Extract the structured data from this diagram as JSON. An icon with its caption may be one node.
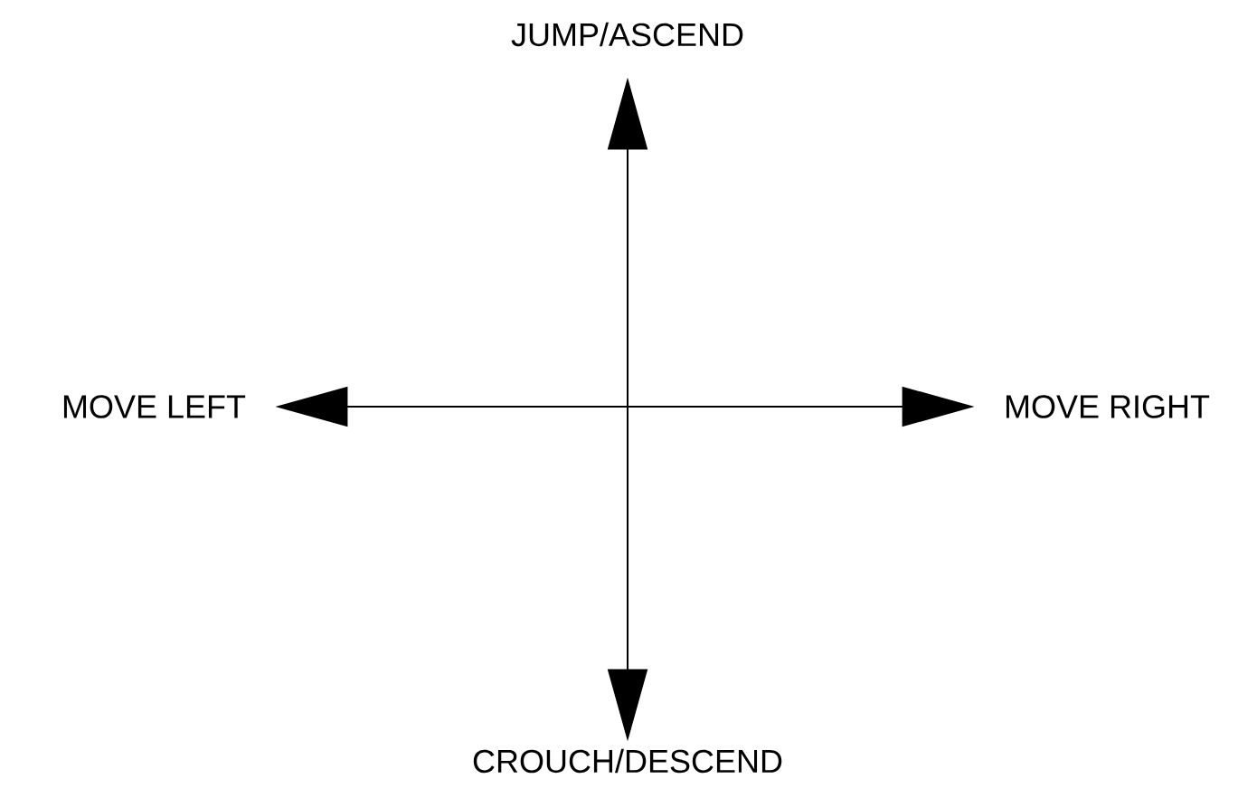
{
  "diagram": {
    "nodes": [
      {
        "text": [
          "JUMP/ASCEND"
        ]
      },
      {
        "text": [
          "MOVE LEFT"
        ]
      },
      {
        "text": [
          "MOVE RIGHT"
        ]
      },
      {
        "text": [
          "CROUCH/DESCEND"
        ]
      }
    ],
    "edges": [
      {
        "from": 0,
        "to": 3,
        "arrow": "both"
      },
      {
        "from": 1,
        "to": 2,
        "arrow": "both"
      }
    ]
  }
}
